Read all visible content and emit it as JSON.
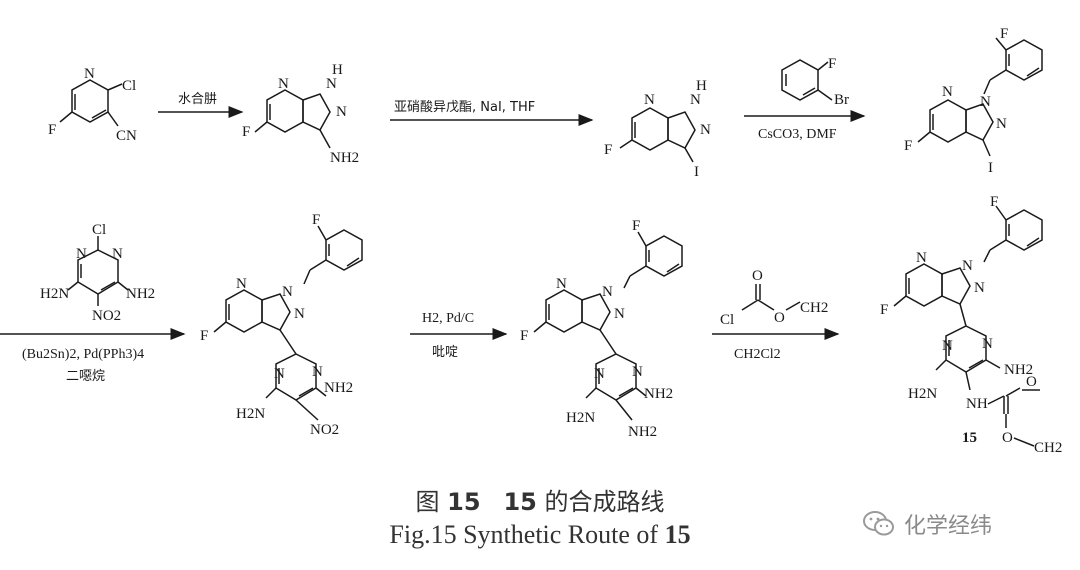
{
  "scheme": {
    "row1": {
      "sm": {
        "cl": "Cl",
        "f": "F",
        "cn": "CN",
        "n": "N"
      },
      "arrow1": {
        "above": "水合肼"
      },
      "int1": {
        "f": "F",
        "nh": "H",
        "n1": "N",
        "n2": "N",
        "n7": "N",
        "nh2": "NH2"
      },
      "arrow2": {
        "above": "亚硝酸异戊酯, NaI, THF"
      },
      "int2": {
        "f": "F",
        "nh": "H",
        "n1": "N",
        "n2": "N",
        "n7": "N",
        "i": "I"
      },
      "arrow3": {
        "reagent_f": "F",
        "reagent_br": "Br",
        "below": "CsCO3, DMF"
      },
      "int3": {
        "f_top": "F",
        "f": "F",
        "n1": "N",
        "n2": "N",
        "n7": "N",
        "i": "I"
      }
    },
    "row2": {
      "arrow4": {
        "reagent_cl": "Cl",
        "reagent_nh2_left": "H2N",
        "reagent_nh2_right": "NH2",
        "reagent_no2": "NO2",
        "n_a": "N",
        "n_b": "N",
        "below1": "(Bu2Sn)2, Pd(PPh3)4",
        "below2": "二噁烷"
      },
      "int4": {
        "f_top": "F",
        "f": "F",
        "n1": "N",
        "n2": "N",
        "n7": "N",
        "nh2_right": "NH2",
        "h2n_left": "H2N",
        "no2": "NO2",
        "pn_a": "N",
        "pn_b": "N"
      },
      "arrow5": {
        "above": "H2, Pd/C",
        "below": "吡啶"
      },
      "int5": {
        "f_top": "F",
        "f": "F",
        "n1": "N",
        "n2": "N",
        "n7": "N",
        "nh2_right": "NH2",
        "h2n_left": "H2N",
        "nh2_bottom": "NH2",
        "pn_a": "N",
        "pn_b": "N"
      },
      "arrow6": {
        "reagent_cl": "Cl",
        "reagent_o1": "O",
        "reagent_o2": "O",
        "reagent_ch3": "CH2",
        "below": "CH2Cl2"
      },
      "prod": {
        "f_top": "F",
        "f": "F",
        "n1": "N",
        "n2": "N",
        "n7": "N",
        "nh2_right": "NH2",
        "h2n_left": "H2N",
        "nh": "NH",
        "o1": "O",
        "o2": "O",
        "ch3": "CH2",
        "pn_a": "N",
        "pn_b": "N",
        "label": "15"
      }
    }
  },
  "caption": {
    "cn_prefix": "图",
    "cn_number": "15",
    "cn_compound": "15",
    "cn_text": "的合成路线",
    "en_prefix": "Fig.15   Synthetic Route of",
    "en_compound": "15"
  },
  "watermark": {
    "text": "化学经纬",
    "icon": "wechat-icon"
  }
}
